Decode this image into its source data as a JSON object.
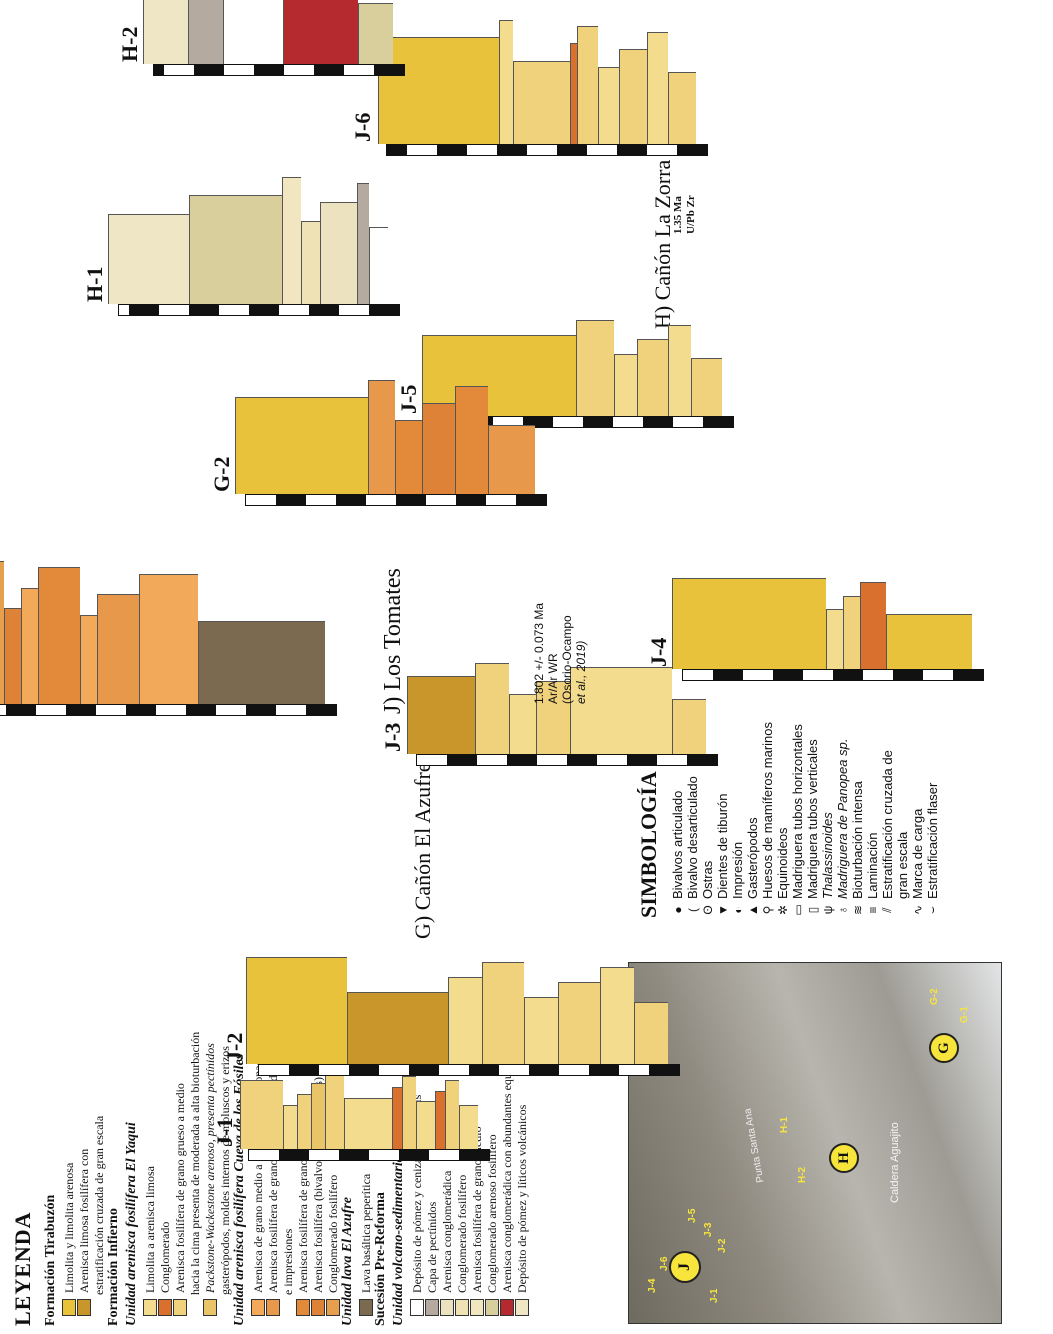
{
  "legend": {
    "title": "LEYENDA",
    "groups": [
      {
        "heading": "Formación Tirabuzón",
        "italic": false,
        "items": [
          {
            "label": "Limolita y limolita arenosa",
            "color": "#e8c23a"
          },
          {
            "label": "Arenisca limosa fosilífera con",
            "color": "#c9962b"
          },
          {
            "label": "estratificación cruzada de gran escala",
            "color": null
          }
        ]
      },
      {
        "heading": "Formación Infierno",
        "italic": false,
        "items": []
      },
      {
        "heading": "Unidad arenisca fosilífera El Yaqui",
        "italic": true,
        "items": [
          {
            "label": "Limolita a arenisca limosa",
            "color": "#f3dc8e"
          },
          {
            "label": "Conglomerado",
            "color": "#d9702e"
          },
          {
            "label": "Arenisca fosilífera de grano grueso a medio",
            "color": "#f0d27c"
          },
          {
            "label": "hacia la cima presenta de moderada a alta bioturbación",
            "color": null
          },
          {
            "label": "Packstone-Wackestone arenoso, presenta pectínidos",
            "color": "#e9c468"
          },
          {
            "label": "gasterópodos, moldes internos de moluscos y erizos",
            "color": null
          }
        ]
      },
      {
        "heading": "Unidad arenisca fosilífera Cueva de los Fósiles",
        "italic": true,
        "items": [
          {
            "label": "Arenisca de grano medio a fino bien seleccionada",
            "color": "#f2a95a"
          },
          {
            "label": "Arenisca fosilífera de grano medio, con moldes internos",
            "color": "#e8984a"
          },
          {
            "label": "e impresiones",
            "color": null
          },
          {
            "label": "Arenisca fosilífera de grano medio",
            "color": "#e38a3a"
          },
          {
            "label": "Arenisca fosilífera (bivalvos y gasterópodos)",
            "color": "#dd8236"
          },
          {
            "label": "Conglomerado fosilífero",
            "color": "#e6a04d"
          }
        ]
      },
      {
        "heading": "Unidad lava El Azufre",
        "italic": true,
        "items": [
          {
            "label": "Lava basáltica peperítica",
            "color": "#7b6a50"
          }
        ]
      },
      {
        "heading": "Sucesión Pre-Reforma",
        "italic": false,
        "items": []
      },
      {
        "heading": "Unidad volcano-sedimentaria La Zorra",
        "italic": true,
        "items": [
          {
            "label": "Depósito de pómez y ceniza de color gris",
            "color": "#ffffff"
          },
          {
            "label": "Capa de pectínidos",
            "color": "#b4aaa0"
          },
          {
            "label": "Arenisca conglomerádica",
            "color": "#ede2bf"
          },
          {
            "label": "Conglomerado fosilífero",
            "color": "#efe3b6"
          },
          {
            "label": "Arenisca fosilífera de grano medio",
            "color": "#f1e6c0"
          },
          {
            "label": "Conglomerado arenoso fosilífero",
            "color": "#d9cf9c"
          },
          {
            "label": "Arenisca conglomerádica con abundantes equinoideos",
            "color": "#b52a2e"
          },
          {
            "label": "Depósito de pómez y líticos volcánicos",
            "color": "#efe6c6"
          }
        ]
      }
    ]
  },
  "symbology": {
    "title": "SIMBOLOGÍA",
    "items": [
      {
        "icon": "bivalve-articulated-icon",
        "label": "Bivalvos articulado"
      },
      {
        "icon": "bivalve-disarticulated-icon",
        "label": "Bivalvo desarticulado"
      },
      {
        "icon": "oyster-icon",
        "label": "Ostras"
      },
      {
        "icon": "shark-tooth-icon",
        "label": "Dientes de tiburón"
      },
      {
        "icon": "impression-icon",
        "label": "Impresión"
      },
      {
        "icon": "gastropod-icon",
        "label": "Gasterópodos"
      },
      {
        "icon": "mammal-bone-icon",
        "label": "Huesos de mamíferos marinos"
      },
      {
        "icon": "echinoid-icon",
        "label": "Equinoideos"
      },
      {
        "icon": "horizontal-burrow-icon",
        "label": "Madriguera tubos horizontales"
      },
      {
        "icon": "vertical-burrow-icon",
        "label": "Madriguera tubos verticales"
      },
      {
        "icon": "thalassinoides-icon",
        "label": "Thalassinoides"
      },
      {
        "icon": "panopea-icon",
        "label": "Madriguera de Panopea sp."
      },
      {
        "icon": "bioturbation-icon",
        "label": "Bioturbación intensa"
      },
      {
        "icon": "lamination-icon",
        "label": "Laminación"
      },
      {
        "icon": "cross-bedding-icon",
        "label": "Estratificación cruzada de"
      },
      {
        "icon": null,
        "label": "gran escala"
      },
      {
        "icon": "load-mark-icon",
        "label": "Marca de carga"
      },
      {
        "icon": "flaser-icon",
        "label": "Estratificación flaser"
      }
    ]
  },
  "map": {
    "labels": [
      "Punta Santa Ana",
      "Caldera Aguajito"
    ],
    "sections": [
      "J",
      "H",
      "G"
    ],
    "sites": [
      "J-1",
      "J-2",
      "J-3",
      "J-4",
      "J-5",
      "J-6",
      "H-1",
      "H-2",
      "G-1",
      "G-2"
    ]
  },
  "regions": {
    "J": "J) Los Tomates",
    "G": "G) Cañón El Azufre",
    "H": "H) Cañón La Zorra"
  },
  "formations": {
    "tirabuzon": "Formación Tirabuzón",
    "infierno": "Formación Infierno",
    "aguajito": "Aguajito"
  },
  "scales": {
    "five_m": "5m",
    "one_m": "1m"
  },
  "dates": {
    "g1_date": "1.802 +/- 0.073 Ma",
    "g1_method": "Ar/Ar WR",
    "g1_ref1": "(Osorio-Ocampo",
    "g1_ref2": "et al., 2019)",
    "h1_date": "1.35 Ma",
    "h1_method": "U/Pb Zr"
  },
  "columns": {
    "J-1": {
      "name": "J-1",
      "layers": [
        {
          "h": 8,
          "color": "#f3dc8e"
        },
        {
          "h": 6,
          "color": "#f0d27c"
        },
        {
          "h": 4,
          "color": "#d9702e"
        },
        {
          "h": 8,
          "color": "#f3dc8e"
        },
        {
          "h": 6,
          "color": "#f0d27c"
        },
        {
          "h": 4,
          "color": "#d9702e"
        },
        {
          "h": 20,
          "color": "#f3dc8e"
        },
        {
          "h": 8,
          "color": "#f0d27c"
        },
        {
          "h": 6,
          "color": "#e9c468"
        },
        {
          "h": 6,
          "color": "#f0d27c"
        },
        {
          "h": 6,
          "color": "#f3dc8e"
        },
        {
          "h": 18,
          "color": "#f0d27c"
        }
      ]
    },
    "J-2": {
      "name": "J-2",
      "layers": [
        {
          "h": 8,
          "color": "#f0d27c"
        },
        {
          "h": 8,
          "color": "#f3dc8e"
        },
        {
          "h": 10,
          "color": "#f0d27c"
        },
        {
          "h": 8,
          "color": "#f3dc8e"
        },
        {
          "h": 10,
          "color": "#f0d27c"
        },
        {
          "h": 8,
          "color": "#f3dc8e"
        },
        {
          "h": 24,
          "color": "#c9962b"
        },
        {
          "h": 24,
          "color": "#e8c23a"
        }
      ]
    },
    "J-3": {
      "name": "J-3",
      "layers": [
        {
          "h": 10,
          "color": "#f0d27c"
        },
        {
          "h": 30,
          "color": "#f3dc8e"
        },
        {
          "h": 10,
          "color": "#f0d27c"
        },
        {
          "h": 8,
          "color": "#f3dc8e"
        },
        {
          "h": 10,
          "color": "#f0d27c"
        },
        {
          "h": 20,
          "color": "#c9962b"
        }
      ]
    },
    "J-4": {
      "name": "J-4",
      "layers": [
        {
          "h": 20,
          "color": "#e8c23a"
        },
        {
          "h": 6,
          "color": "#d9702e"
        },
        {
          "h": 4,
          "color": "#f0d27c"
        },
        {
          "h": 4,
          "color": "#f3dc8e"
        },
        {
          "h": 36,
          "color": "#e8c23a"
        }
      ]
    },
    "J-5": {
      "name": "J-5",
      "layers": [
        {
          "h": 8,
          "color": "#f0d27c"
        },
        {
          "h": 6,
          "color": "#f3dc8e"
        },
        {
          "h": 8,
          "color": "#f0d27c"
        },
        {
          "h": 6,
          "color": "#f3dc8e"
        },
        {
          "h": 10,
          "color": "#f0d27c"
        },
        {
          "h": 40,
          "color": "#e8c23a"
        }
      ]
    },
    "J-6": {
      "name": "J-6",
      "layers": [
        {
          "h": 8,
          "color": "#f0d27c"
        },
        {
          "h": 6,
          "color": "#f3dc8e"
        },
        {
          "h": 8,
          "color": "#f0d27c"
        },
        {
          "h": 6,
          "color": "#f3dc8e"
        },
        {
          "h": 6,
          "color": "#f0d27c"
        },
        {
          "h": 2,
          "color": "#d9702e"
        },
        {
          "h": 16,
          "color": "#f0d27c"
        },
        {
          "h": 4,
          "color": "#f3dc8e"
        },
        {
          "h": 34,
          "color": "#e8c23a"
        }
      ]
    },
    "G-1": {
      "name": "G-1",
      "layers": [
        {
          "h": 30,
          "color": "#7b6a50"
        },
        {
          "h": 14,
          "color": "#f2a95a"
        },
        {
          "h": 10,
          "color": "#e8984a"
        },
        {
          "h": 4,
          "color": "#f2a95a"
        },
        {
          "h": 10,
          "color": "#e38a3a"
        },
        {
          "h": 4,
          "color": "#f2a95a"
        },
        {
          "h": 4,
          "color": "#dd8236"
        },
        {
          "h": 6,
          "color": "#e6a04d"
        },
        {
          "h": 8,
          "color": "#f0b255"
        }
      ]
    },
    "G-2": {
      "name": "G-2",
      "layers": [
        {
          "h": 14,
          "color": "#e8984a"
        },
        {
          "h": 10,
          "color": "#e38a3a"
        },
        {
          "h": 10,
          "color": "#dd8236"
        },
        {
          "h": 8,
          "color": "#e38a3a"
        },
        {
          "h": 8,
          "color": "#e8984a"
        },
        {
          "h": 40,
          "color": "#e8c23a"
        }
      ]
    },
    "H-1": {
      "name": "H-1",
      "layers": [
        {
          "h": 6,
          "color": "#ffffff"
        },
        {
          "h": 4,
          "color": "#b4aaa0"
        },
        {
          "h": 12,
          "color": "#ede2bf"
        },
        {
          "h": 6,
          "color": "#efe3b6"
        },
        {
          "h": 6,
          "color": "#f1e6c0"
        },
        {
          "h": 30,
          "color": "#d9cf9c"
        },
        {
          "h": 26,
          "color": "#efe6c6"
        }
      ]
    },
    "H-2": {
      "name": "H-2",
      "layers": [
        {
          "h": 14,
          "color": "#d9cf9c"
        },
        {
          "h": 30,
          "color": "#b52a2e"
        },
        {
          "h": 24,
          "color": "#ffffff"
        },
        {
          "h": 14,
          "color": "#b4aaa0"
        },
        {
          "h": 18,
          "color": "#efe6c6"
        }
      ]
    }
  }
}
